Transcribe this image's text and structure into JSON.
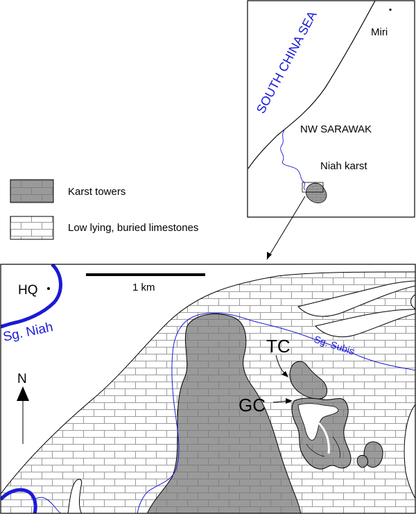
{
  "inset": {
    "sea_label": "SOUTH CHINA SEA",
    "city_label": "Miri",
    "region_label": "NW SARAWAK",
    "karst_label": "Niah karst"
  },
  "legend": {
    "items": [
      {
        "label": "Karst towers",
        "pattern": "dark"
      },
      {
        "label": "Low lying, buried limestones",
        "pattern": "light"
      }
    ]
  },
  "main": {
    "hq_label": "HQ",
    "scale_label": "1 km",
    "north_label": "N",
    "river_niah_label": "Sg. Niah",
    "river_subis_label": "Sg. Subis",
    "tc_label": "TC",
    "gc_label": "GC"
  },
  "colors": {
    "water": "#1a1ad6",
    "karst_fill": "#9a9a9a",
    "lime_fill": "#ffffff",
    "line": "#000000"
  }
}
